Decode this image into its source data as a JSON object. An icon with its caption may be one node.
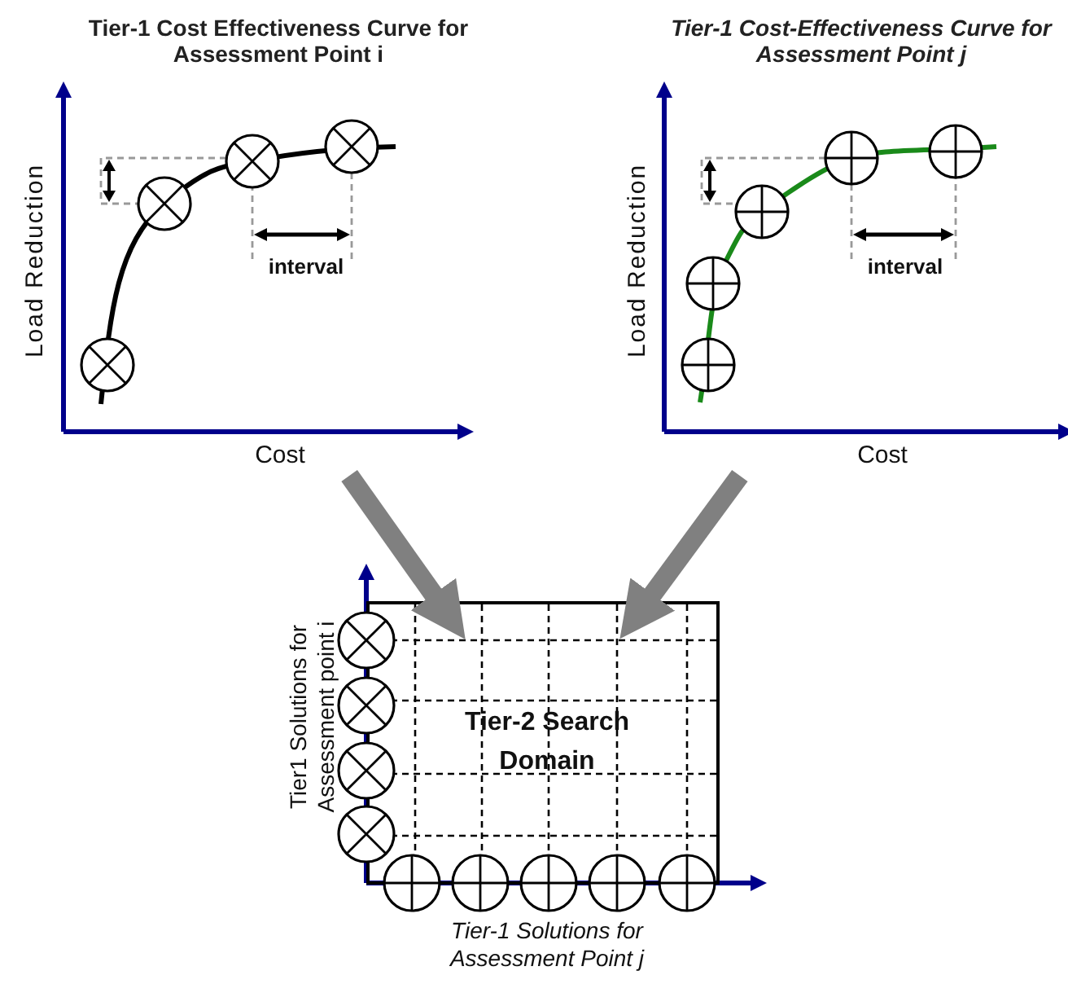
{
  "diagram": {
    "nodes": [
      {
        "text": [
          "Tier-1 Cost Effectiveness Curve for Assessment Point i"
        ]
      },
      {
        "text": [
          "Tier-1 Cost-Effectiveness Curve for Assessment Point **j**"
        ]
      },
      {
        "text": [
          "Tier-2 Search Domain"
        ]
      }
    ],
    "edges": [
      {
        "from": 0,
        "to": 2,
        "arrow": "to"
      },
      {
        "from": 1,
        "to": 2,
        "arrow": "to"
      }
    ],
    "labels": [
      "Load Reduction",
      "interval",
      "Cost",
      "Load Reduction",
      "interval",
      "Cost",
      "Tier1 Solutions for Assessment point i",
      "Tier-1 Solutions for Assessment Point j"
    ]
  }
}
